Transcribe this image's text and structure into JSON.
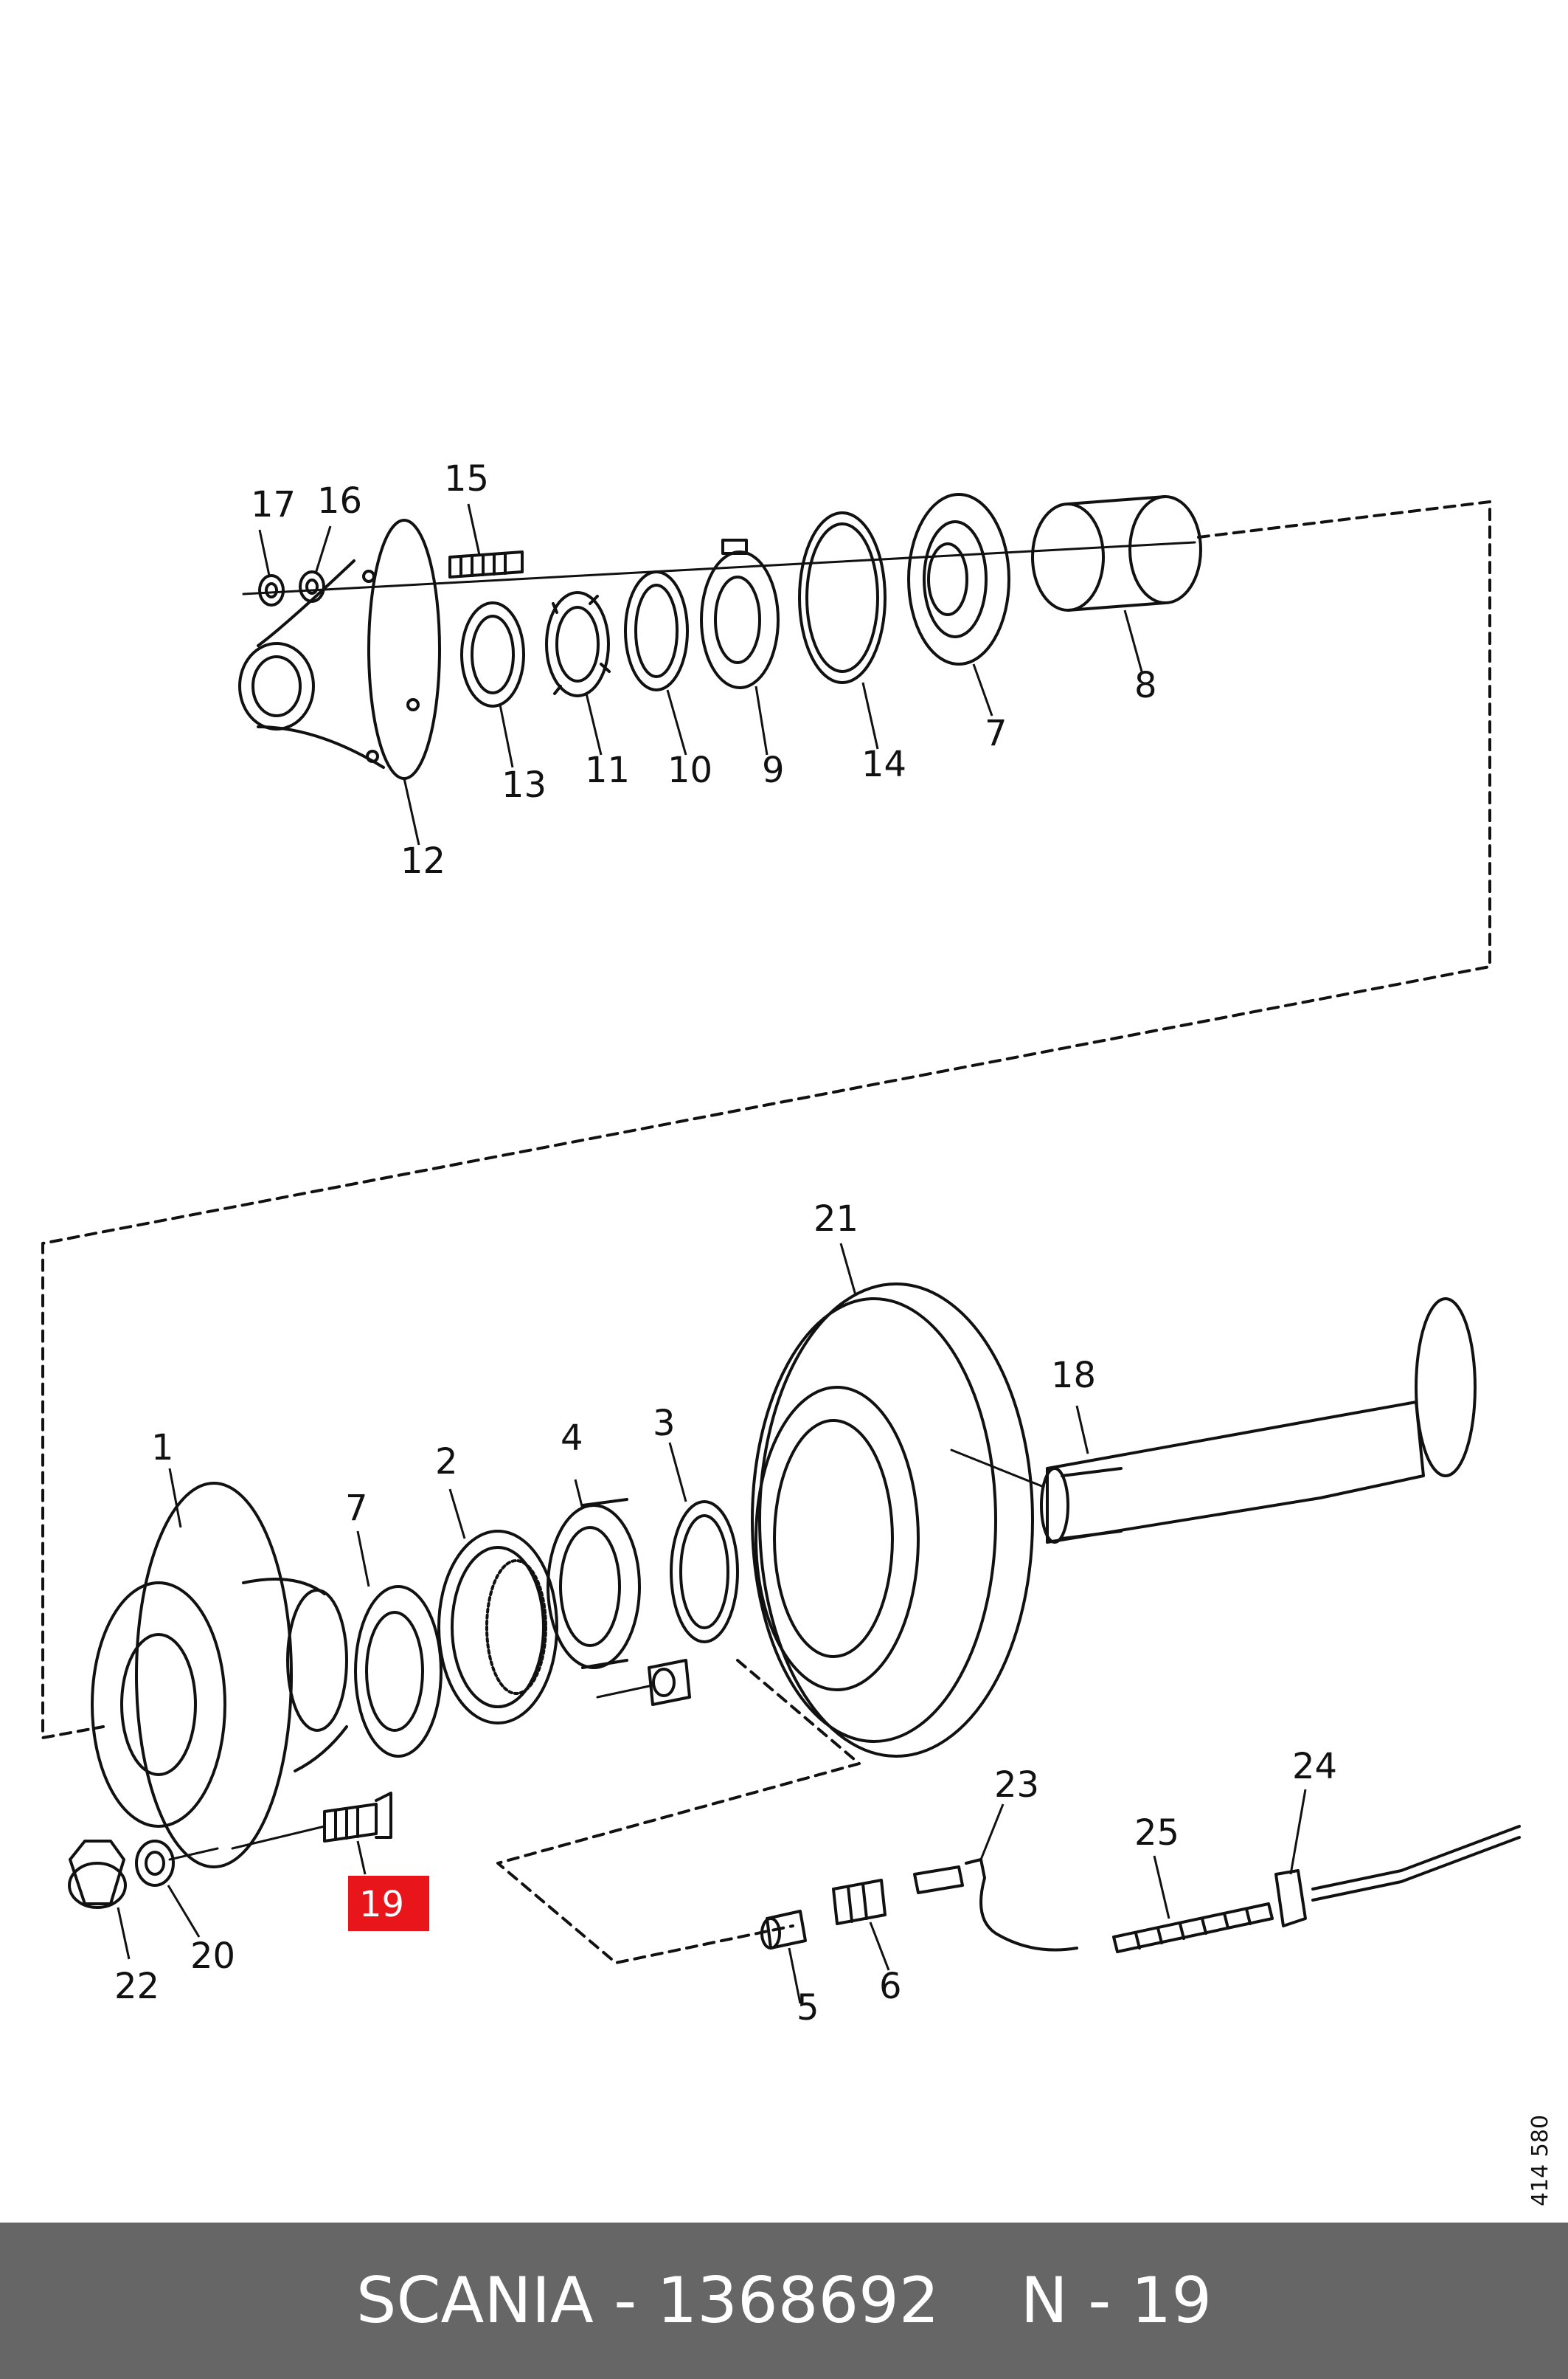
{
  "diagram": {
    "drawing_number": "414 580",
    "highlight": {
      "label": "19",
      "color": "#e8161b"
    },
    "callouts": [
      "1",
      "2",
      "3",
      "4",
      "5",
      "6",
      "7",
      "8",
      "9",
      "10",
      "11",
      "12",
      "13",
      "14",
      "15",
      "16",
      "17",
      "18",
      "19",
      "20",
      "21",
      "22",
      "23",
      "24",
      "25"
    ],
    "callouts_top": [
      "17",
      "16",
      "15",
      "13",
      "11",
      "10",
      "9",
      "14",
      "7",
      "8",
      "12"
    ],
    "callouts_bottom": [
      "21",
      "18",
      "1",
      "2",
      "4",
      "3",
      "7",
      "19",
      "20",
      "22",
      "23",
      "24",
      "25",
      "5",
      "6"
    ]
  },
  "footer": {
    "title": "SCANIA - 1368692",
    "position": "N - 19",
    "background": "#666666"
  }
}
